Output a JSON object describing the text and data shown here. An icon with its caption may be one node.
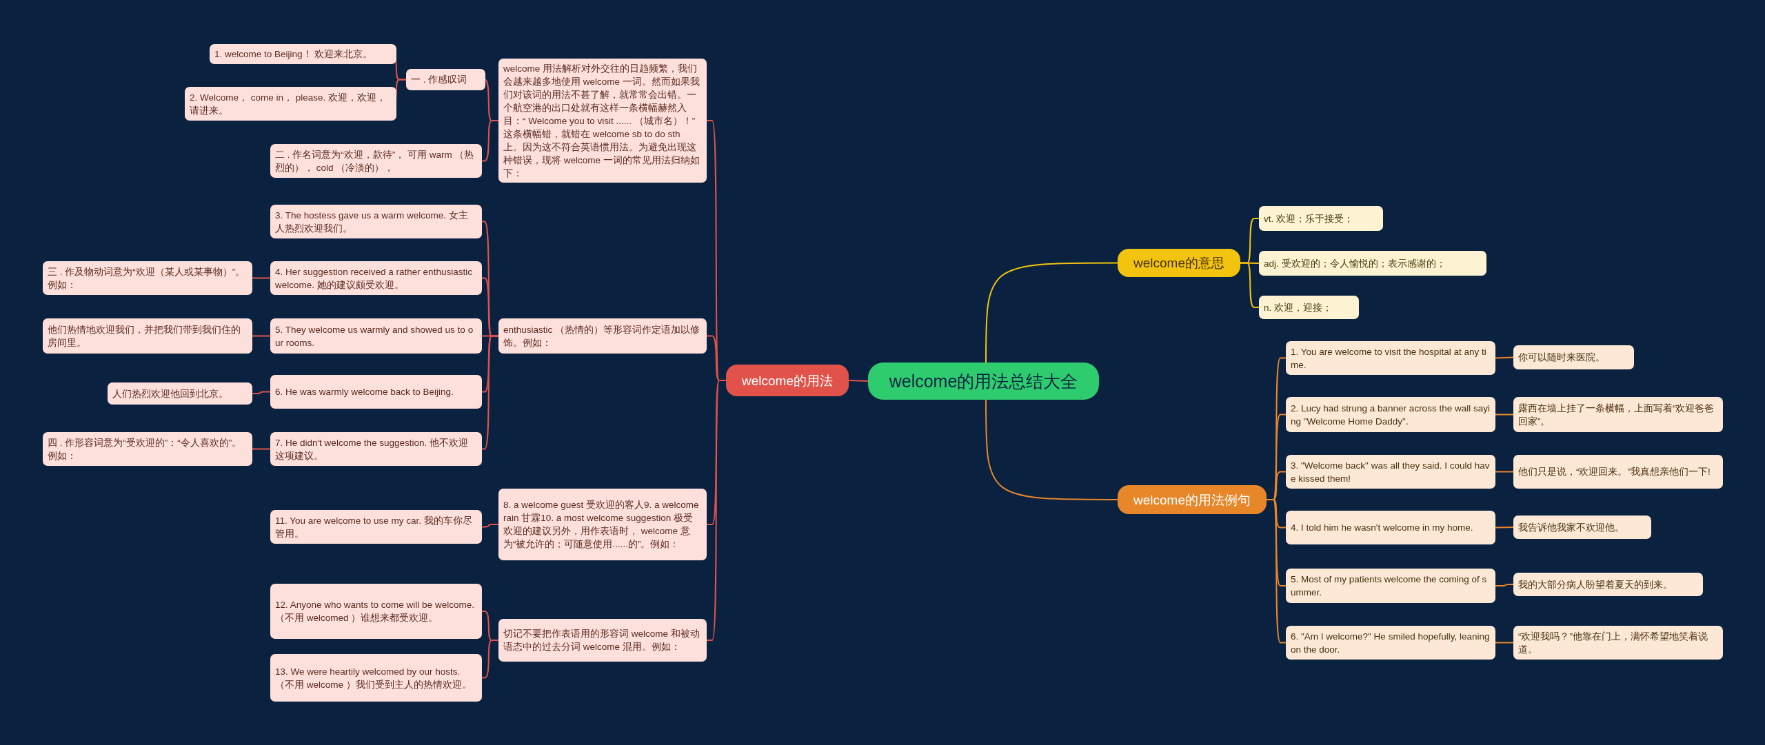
{
  "diagram": {
    "nodes": [
      {
        "text": [
          "welcome的用法总结大全"
        ]
      },
      {
        "text": [
          "welcome的用法"
        ]
      },
      {
        "text": [
          "welcome 用法解析对外交往的日趋频繁，我们会越来越多地使用 welcome 一词。然而如果我们对该词的用法不甚了解，就常常会出错。一个航空港的出口处就有这样一条横幅赫然入目：“ Welcome you to visit ...... （城市名）！” 这条横幅错，就错在 welcome sb to do sth 上。因为这不符合英语惯用法。为避免出现这种错误，现将 welcome 一词的常见用法归纳如下："
        ]
      },
      {
        "text": [
          "一 . 作感叹词"
        ]
      },
      {
        "text": [
          "1. welcome to Beijing！ 欢迎来北京。"
        ]
      },
      {
        "text": [
          "2. Welcome， come in， please. 欢迎，欢迎，请进来。"
        ]
      },
      {
        "text": [
          "二 . 作名词意为“欢迎，款待”， 可用 warm （热烈的）， cold （冷淡的），"
        ]
      },
      {
        "text": [
          "enthusiastic （热情的）等形容词作定语加以修饰。例如："
        ]
      },
      {
        "text": [
          "3. The hostess gave us a warm welcome. 女主人热烈欢迎我们。"
        ]
      },
      {
        "text": [
          "4. Her suggestion received a rather enthusiastic welcome. 她的建议颇受欢迎。"
        ]
      },
      {
        "text": [
          "三 . 作及物动词意为“欢迎（某人或某事物）”。例如："
        ]
      },
      {
        "text": [
          "5. They welcome us warmly and showed us to our rooms."
        ]
      },
      {
        "text": [
          "他们热情地欢迎我们，并把我们带到我们住的房间里。"
        ]
      },
      {
        "text": [
          "6. He was warmly welcome back to Beijing."
        ]
      },
      {
        "text": [
          "人们热烈欢迎他回到北京。"
        ]
      },
      {
        "text": [
          "7. He didn't welcome the suggestion. 他不欢迎这项建议。"
        ]
      },
      {
        "text": [
          "四 . 作形容词意为“受欢迎的”：“令人喜欢的”。例如："
        ]
      },
      {
        "text": [
          "8. a welcome guest 受欢迎的客人9. a welcome rain 甘霖10. a most welcome suggestion 极受欢迎的建议另外，用作表语时， welcome 意为“被允许的；可随意使用......的”。例如："
        ]
      },
      {
        "text": [
          "11. You are welcome to use my car. 我的车你尽管用。"
        ]
      },
      {
        "text": [
          "切记不要把作表语用的形容词 welcome 和被动语态中的过去分词 welcome 混用。例如："
        ]
      },
      {
        "text": [
          "12. Anyone who wants to come will be welcome. （不用 welcomed ）谁想来都受欢迎。"
        ]
      },
      {
        "text": [
          "13. We were heartily welcomed by our hosts. （不用 welcome ）我们受到主人的热情欢迎。"
        ]
      },
      {
        "text": [
          "welcome的意思"
        ]
      },
      {
        "text": [
          "vt. 欢迎；乐于接受；"
        ]
      },
      {
        "text": [
          "adj. 受欢迎的；令人愉悦的；表示感谢的；"
        ]
      },
      {
        "text": [
          "n. 欢迎，迎接；"
        ]
      },
      {
        "text": [
          "welcome的用法例句"
        ]
      },
      {
        "text": [
          "1. You are welcome to visit the hospital at any time."
        ]
      },
      {
        "text": [
          "你可以随时来医院。"
        ]
      },
      {
        "text": [
          "2. Lucy had strung a banner across the wall saying \"Welcome Home Daddy\"."
        ]
      },
      {
        "text": [
          "露西在墙上挂了一条横幅，上面写着“欢迎爸爸回家”。"
        ]
      },
      {
        "text": [
          "3. \"Welcome back\" was all they said. I could have kissed them!"
        ]
      },
      {
        "text": [
          "他们只是说，“欢迎回来。”我真想亲他们一下!"
        ]
      },
      {
        "text": [
          "4. I told him he wasn't welcome in my home."
        ]
      },
      {
        "text": [
          "我告诉他我家不欢迎他。"
        ]
      },
      {
        "text": [
          "5. Most of my patients welcome the coming of summer."
        ]
      },
      {
        "text": [
          "我的大部分病人盼望着夏天的到来。"
        ]
      },
      {
        "text": [
          "6. \"Am I welcome?\" He smiled hopefully, leaning on the door."
        ]
      },
      {
        "text": [
          "“欢迎我吗？”他靠在门上，满怀希望地笑着说道。"
        ]
      }
    ],
    "edges": [
      {
        "from": 0,
        "to": 1,
        "arrow": "none"
      },
      {
        "from": 1,
        "to": 2,
        "arrow": "none"
      },
      {
        "from": 2,
        "to": 3,
        "arrow": "none"
      },
      {
        "from": 3,
        "to": 4,
        "arrow": "none"
      },
      {
        "from": 3,
        "to": 5,
        "arrow": "none"
      },
      {
        "from": 2,
        "to": 6,
        "arrow": "none"
      },
      {
        "from": 1,
        "to": 7,
        "arrow": "none"
      },
      {
        "from": 7,
        "to": 8,
        "arrow": "none"
      },
      {
        "from": 7,
        "to": 9,
        "arrow": "none"
      },
      {
        "from": 9,
        "to": 10,
        "arrow": "none"
      },
      {
        "from": 7,
        "to": 11,
        "arrow": "none"
      },
      {
        "from": 11,
        "to": 12,
        "arrow": "none"
      },
      {
        "from": 7,
        "to": 13,
        "arrow": "none"
      },
      {
        "from": 13,
        "to": 14,
        "arrow": "none"
      },
      {
        "from": 7,
        "to": 15,
        "arrow": "none"
      },
      {
        "from": 15,
        "to": 16,
        "arrow": "none"
      },
      {
        "from": 1,
        "to": 17,
        "arrow": "none"
      },
      {
        "from": 17,
        "to": 18,
        "arrow": "none"
      },
      {
        "from": 1,
        "to": 19,
        "arrow": "none"
      },
      {
        "from": 19,
        "to": 20,
        "arrow": "none"
      },
      {
        "from": 19,
        "to": 21,
        "arrow": "none"
      },
      {
        "from": 0,
        "to": 22,
        "arrow": "none",
        "color": "#f2c40f"
      },
      {
        "from": 22,
        "to": 23,
        "arrow": "none",
        "color": "#f2c40f"
      },
      {
        "from": 22,
        "to": 24,
        "arrow": "none",
        "color": "#f2c40f"
      },
      {
        "from": 22,
        "to": 25,
        "arrow": "none",
        "color": "#f2c40f"
      },
      {
        "from": 0,
        "to": 26,
        "arrow": "none",
        "color": "#e8862a"
      },
      {
        "from": 26,
        "to": 27,
        "arrow": "none",
        "color": "#e8862a"
      },
      {
        "from": 27,
        "to": 28,
        "arrow": "none",
        "color": "#e8862a"
      },
      {
        "from": 26,
        "to": 29,
        "arrow": "none",
        "color": "#e8862a"
      },
      {
        "from": 29,
        "to": 30,
        "arrow": "none",
        "color": "#e8862a"
      },
      {
        "from": 26,
        "to": 31,
        "arrow": "none",
        "color": "#e8862a"
      },
      {
        "from": 31,
        "to": 32,
        "arrow": "none",
        "color": "#e8862a"
      },
      {
        "from": 26,
        "to": 33,
        "arrow": "none",
        "color": "#e8862a"
      },
      {
        "from": 33,
        "to": 34,
        "arrow": "none",
        "color": "#e8862a"
      },
      {
        "from": 26,
        "to": 35,
        "arrow": "none",
        "color": "#e8862a"
      },
      {
        "from": 35,
        "to": 36,
        "arrow": "none",
        "color": "#e8862a"
      },
      {
        "from": 26,
        "to": 37,
        "arrow": "none",
        "color": "#e8862a"
      },
      {
        "from": 37,
        "to": 38,
        "arrow": "none",
        "color": "#e8862a"
      }
    ]
  }
}
